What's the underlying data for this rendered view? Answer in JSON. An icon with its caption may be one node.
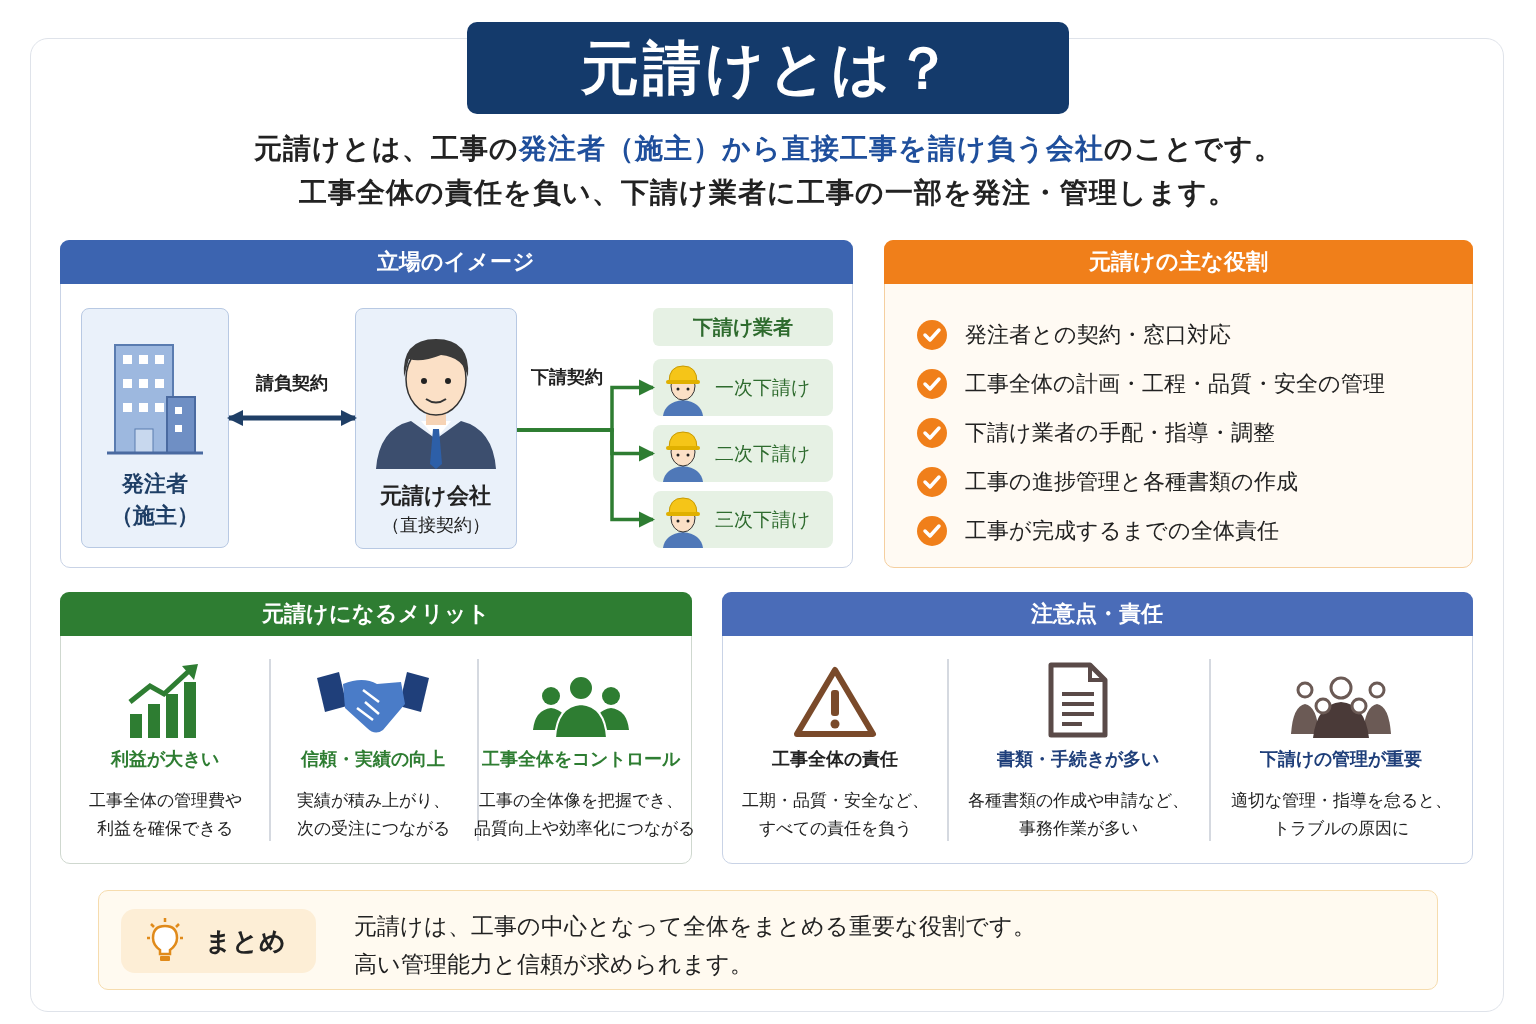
{
  "diagram": {
    "title": "元請けとは？",
    "nodes": [
      {
        "text": [
          "立場のイメージ"
        ]
      },
      {
        "text": [
          "発注者",
          "（施主）"
        ],
        "in": 0
      },
      {
        "text": [
          "元請け会社",
          "（直接契約）"
        ],
        "in": 0
      },
      {
        "text": [
          "下請け業者"
        ],
        "in": 0
      },
      {
        "text": [
          "一次下請け"
        ],
        "in": 0
      },
      {
        "text": [
          "二次下請け"
        ],
        "in": 0
      },
      {
        "text": [
          "三次下請け"
        ],
        "in": 0
      },
      {
        "text": [
          "元請けの主な役割",
          "発注者との契約・窓口対応",
          "工事全体の計画・工程・品質・安全の管理",
          "下請け業者の手配・指導・調整",
          "工事の進捗管理と各種書類の作成",
          "工事が完成するまでの全体責任"
        ]
      },
      {
        "text": [
          "元請けになるメリット",
          "利益が大きい",
          "工事全体の管理費や利益を確保できる",
          "信頼・実績の向上",
          "実績が積み上がり、次の受注につながる",
          "工事全体をコントロール",
          "工事の全体像を把握でき、品質向上や効率化につながる"
        ]
      },
      {
        "text": [
          "注意点・責任",
          "工事全体の責任",
          "工期・品質・安全など、すべての責任を負う",
          "書類・手続きが多い",
          "各種書類の作成や申請など、事務作業が多い",
          "下請けの管理が重要",
          "適切な管理・指導を怠ると、トラブルの原因に"
        ]
      },
      {
        "text": [
          "元請けは、工事の中心となって全体をまとめる重要な役割です。高い管理能力と信頼が求められます。"
        ]
      },
      {
        "text": [
          "まとめ"
        ],
        "in": 10
      }
    ],
    "edges": [
      {
        "from": 1,
        "to": 2,
        "arrow": "both",
        "label": "請負契約",
        "color": "#1f3f66"
      },
      {
        "from": 2,
        "to": 4,
        "arrow": "to",
        "label": "下請契約"
      },
      {
        "from": 2,
        "to": 5,
        "arrow": "to"
      },
      {
        "from": 2,
        "to": 6,
        "arrow": "to"
      }
    ],
    "labels": [
      "元請けとは、工事の**発注者（施主）から直接工事を請け負う会社**のことです。",
      "工事全体の責任を負い、下請け業者に工事の一部を発注・管理します。"
    ]
  }
}
